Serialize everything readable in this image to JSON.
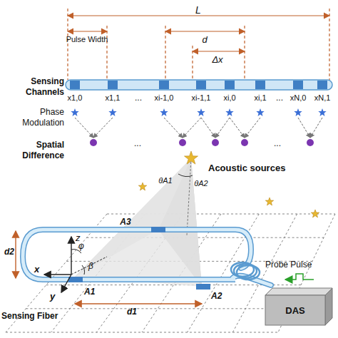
{
  "diagram": {
    "nodes": [
      {
        "text": [
          "DAS"
        ]
      }
    ],
    "labels": [
      "L",
      "Pulse Width",
      "d",
      "Δx",
      "Sensing Channels",
      "Phase Modulation",
      "x1,0",
      "x1,1",
      "...",
      "xi-1,0",
      "xi-1,1",
      "xi,0",
      "xi,1",
      "...",
      "xN,0",
      "xN,1",
      "Spatial Difference",
      "...",
      "...",
      "Acoustic sources",
      "θA1",
      "θA2",
      "A3",
      "z",
      "φ",
      "x",
      "β",
      "y",
      "d2",
      "Sensing Fiber",
      "A1",
      "d1",
      "A2",
      "Probe Pulse"
    ]
  }
}
